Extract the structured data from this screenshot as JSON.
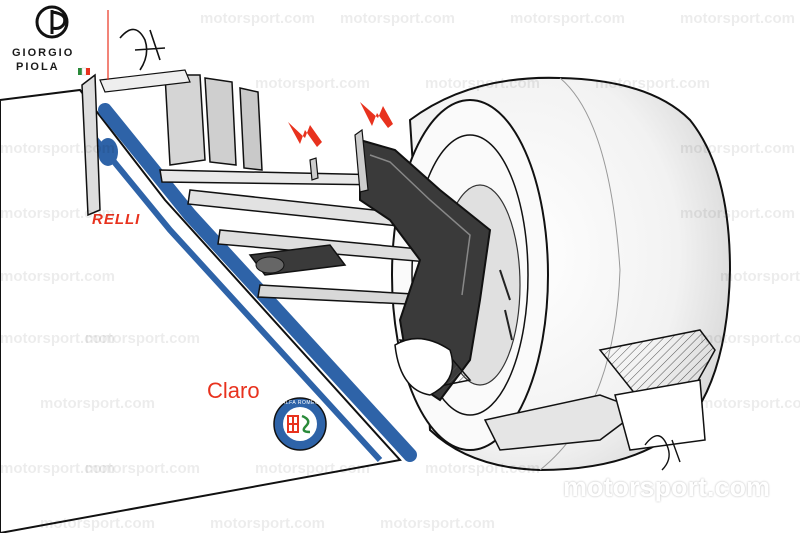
{
  "branding": {
    "artist_line1": "GIORGIO",
    "artist_line2": "PIOLA",
    "watermark": "motorsport.com"
  },
  "livery": {
    "sponsor_pirelli": "RELLI",
    "sponsor_claro": "Claro",
    "badge_text": "ALFA ROMEO"
  },
  "colors": {
    "accent_red": "#e8321e",
    "livery_blue": "#2e63a8",
    "dark_fill": "#3a3a3a"
  }
}
